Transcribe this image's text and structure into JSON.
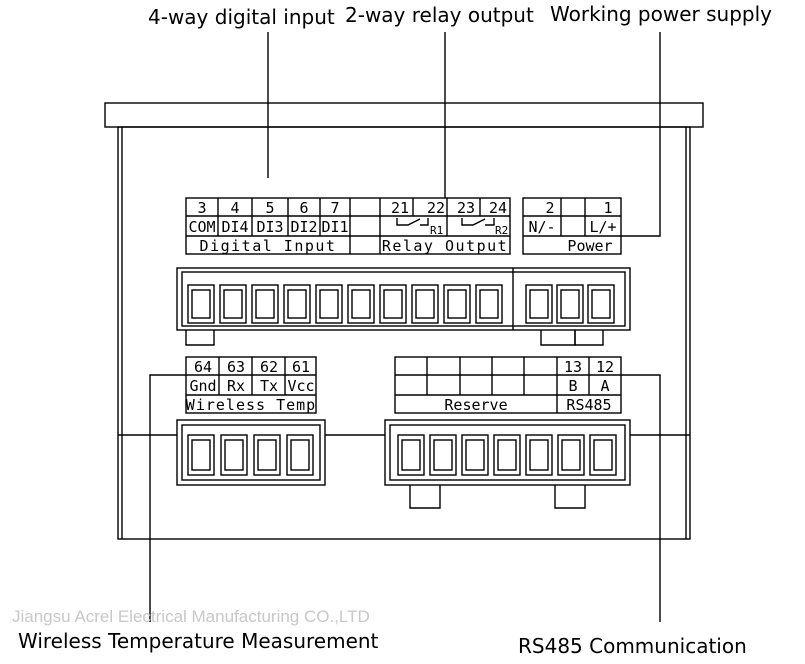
{
  "labels": {
    "digital_input": "4-way digital input",
    "relay_output": "2-way relay output",
    "power_supply": "Working power supply",
    "wireless": "Wireless Temperature Measurement",
    "rs485": "RS485 Communication"
  },
  "watermark": "Jiangsu Acrel Electrical Manufacturing CO.,LTD",
  "top_table": {
    "numbers": [
      "3",
      "4",
      "5",
      "6",
      "7",
      "21",
      "22",
      "23",
      "24"
    ],
    "signals": [
      "COM",
      "DI4",
      "DI3",
      "DI2",
      "DI1"
    ],
    "relays": [
      "R1",
      "R2"
    ],
    "groups": [
      "Digital Input",
      "Relay Output"
    ]
  },
  "power_table": {
    "numbers": [
      "2",
      "1"
    ],
    "signals": [
      "N/-",
      "L/+"
    ],
    "group": "Power"
  },
  "wireless_table": {
    "numbers": [
      "64",
      "63",
      "62",
      "61"
    ],
    "signals": [
      "Gnd",
      "Rx",
      "Tx",
      "Vcc"
    ],
    "group": "Wireless Temp"
  },
  "reserve_table": {
    "numbers": [
      "13",
      "12"
    ],
    "signals": [
      "B",
      "A"
    ],
    "groups": [
      "Reserve",
      "RS485"
    ]
  }
}
